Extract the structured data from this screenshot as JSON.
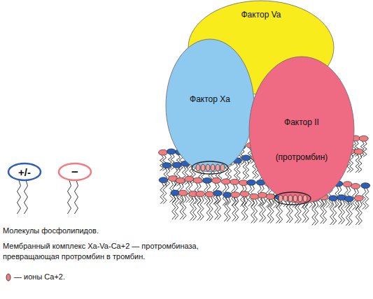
{
  "diagram": {
    "nodes": [
      {
        "text": [
          "Фактор Va"
        ]
      },
      {
        "text": [
          "Фактор Xa"
        ]
      },
      {
        "text": [
          "Фактор II",
          "(протромбин)"
        ]
      }
    ],
    "labels": [
      "+/-",
      "−",
      "Молекулы фосфолипидов.",
      "Мембранный комплекс Xa-Va-Ca+2 — протромбиназа, превращающая протромбин в тромбин."
    ],
    "legend": [
      {
        "text": "— ионы Ca+2."
      }
    ]
  }
}
